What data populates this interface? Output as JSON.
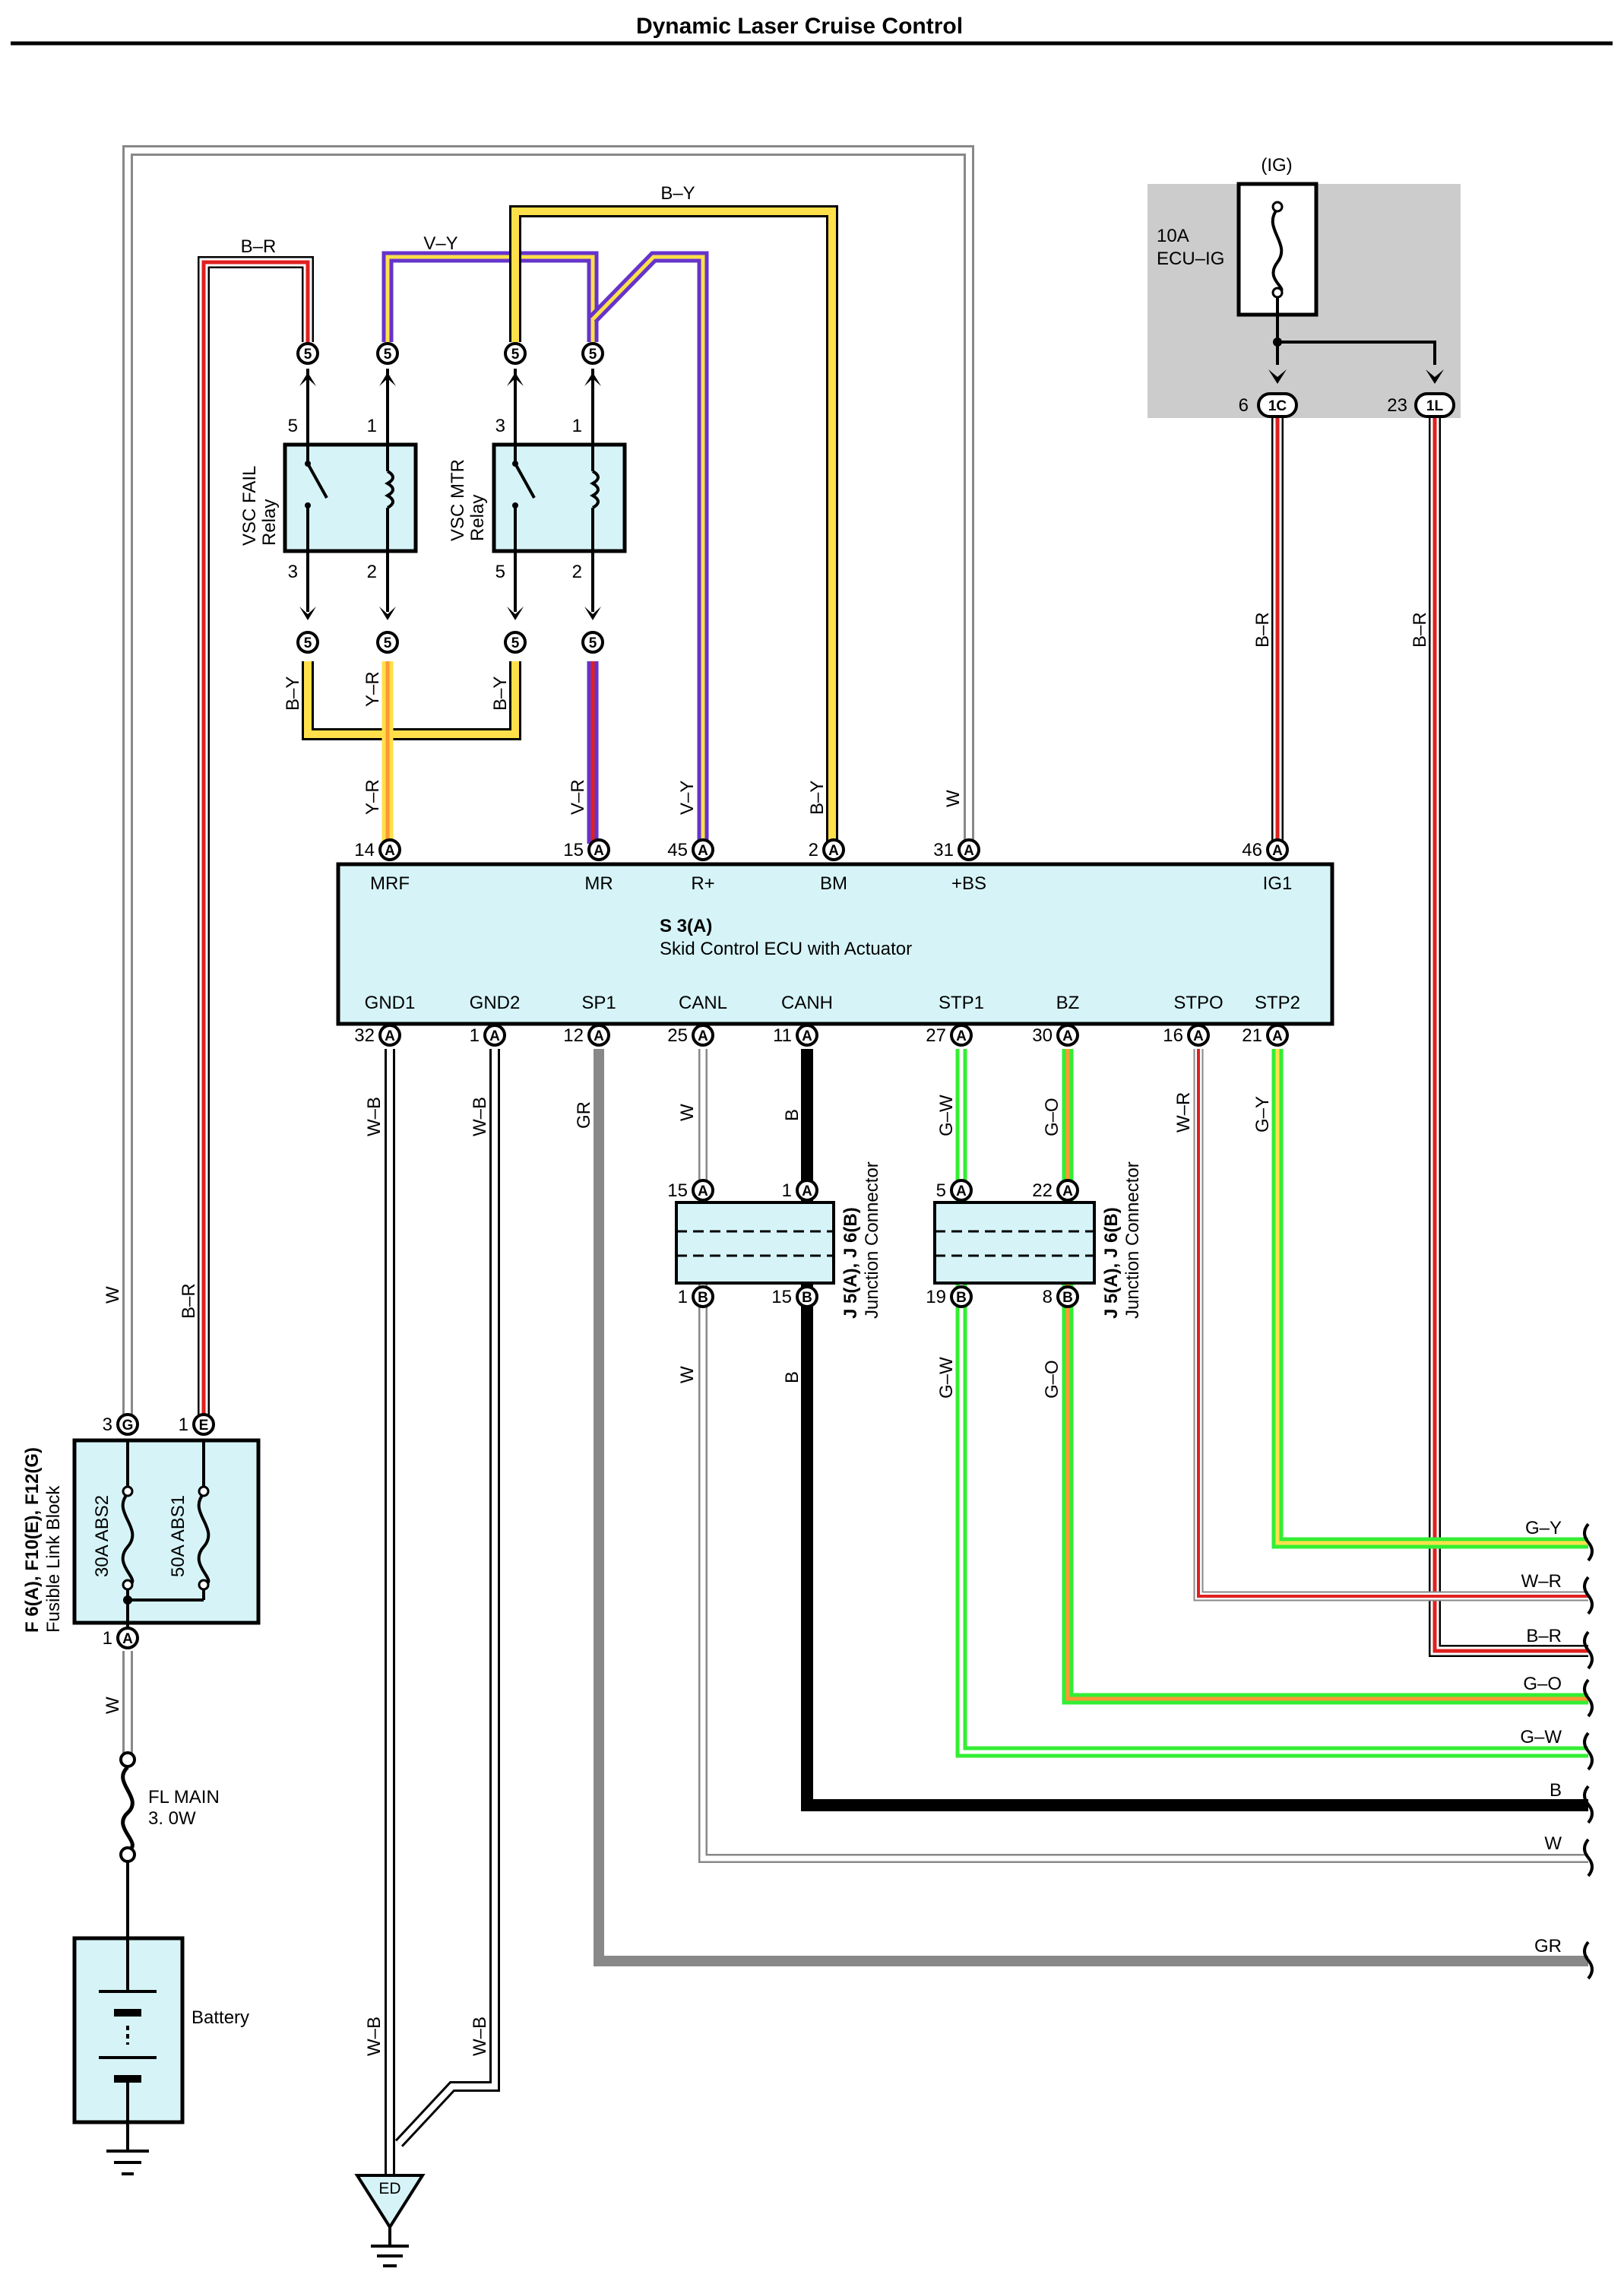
{
  "title": "Dynamic Laser Cruise Control",
  "ig_box": {
    "header": "(IG)",
    "fuse_amps": "10A",
    "fuse_name": "ECU–IG",
    "pin_1c": "6",
    "pin_1c_code": "1C",
    "pin_1l": "23",
    "pin_1l_code": "1L"
  },
  "relays": {
    "fail": {
      "name": "VSC FAIL",
      "sub": "Relay",
      "pins": {
        "top_left": "5",
        "top_right": "1",
        "bot_left": "3",
        "bot_right": "2"
      }
    },
    "mtr": {
      "name": "VSC MTR",
      "sub": "Relay",
      "pins": {
        "top_left": "3",
        "top_right": "1",
        "bot_left": "5",
        "bot_right": "2"
      }
    },
    "connector_code": "5"
  },
  "ecu": {
    "id": "S 3(A)",
    "name": "Skid Control ECU with Actuator",
    "conn_code": "A",
    "top_pins": [
      {
        "num": "14",
        "name": "MRF",
        "wire": "Y–R"
      },
      {
        "num": "15",
        "name": "MR",
        "wire": "V–R"
      },
      {
        "num": "45",
        "name": "R+",
        "wire": "V–Y"
      },
      {
        "num": "2",
        "name": "BM",
        "wire": "B–Y"
      },
      {
        "num": "31",
        "name": "+BS",
        "wire": "W"
      },
      {
        "num": "46",
        "name": "IG1",
        "wire": "B–R"
      }
    ],
    "bottom_pins": [
      {
        "num": "32",
        "name": "GND1",
        "wire": "W–B"
      },
      {
        "num": "1",
        "name": "GND2",
        "wire": "W–B"
      },
      {
        "num": "12",
        "name": "SP1",
        "wire": "GR"
      },
      {
        "num": "25",
        "name": "CANL",
        "wire": "W"
      },
      {
        "num": "11",
        "name": "CANH",
        "wire": "B"
      },
      {
        "num": "27",
        "name": "STP1",
        "wire": "G–W"
      },
      {
        "num": "30",
        "name": "BZ",
        "wire": "G–O"
      },
      {
        "num": "16",
        "name": "STPO",
        "wire": "W–R"
      },
      {
        "num": "21",
        "name": "STP2",
        "wire": "G–Y"
      }
    ]
  },
  "junction": {
    "id": "J 5(A), J 6(B)",
    "name": "Junction Connector",
    "left": {
      "top": [
        "15",
        "1"
      ],
      "bottom": [
        "1",
        "15"
      ]
    },
    "right": {
      "top": [
        "5",
        "22"
      ],
      "bottom": [
        "19",
        "8"
      ]
    },
    "code_a": "A",
    "code_b": "B"
  },
  "fusible": {
    "id": "F 6(A), F10(E), F12(G)",
    "name": "Fusible Link Block",
    "fuse1": "30A ABS2",
    "fuse2": "50A ABS1",
    "pin_g_num": "3",
    "pin_g_code": "G",
    "pin_e_num": "1",
    "pin_e_code": "E",
    "pin_a_num": "1",
    "pin_a_code": "A"
  },
  "main_fuse": {
    "name": "FL MAIN",
    "rating": "3. 0W"
  },
  "battery": "Battery",
  "ground": "ED",
  "wires": {
    "br": "B–R",
    "vy": "V–Y",
    "by": "B–Y",
    "yr": "Y–R",
    "w": "W",
    "wb": "W–B"
  },
  "outputs": [
    "G–Y",
    "W–R",
    "B–R",
    "G–O",
    "G–W",
    "B",
    "W",
    "GR"
  ],
  "colors": {
    "relay_fill": "#d6f4f8",
    "ig_bg": "#cccccc",
    "red": "#e02020",
    "yellow": "#ffe04a",
    "violet": "#6633cc",
    "green": "#33ee33",
    "orange": "#ff9933",
    "gray": "#888888"
  }
}
